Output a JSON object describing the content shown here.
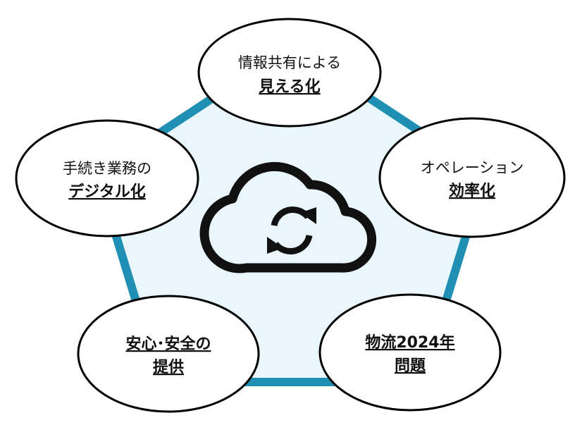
{
  "colors": {
    "pentagon_fill": "#e9f6fb",
    "pentagon_stroke": "#1f8fb4",
    "ellipse_fill": "#ffffff",
    "ellipse_stroke": "#000000",
    "icon_color": "#111111"
  },
  "center_icon": "cloud-sync-icon",
  "nodes": [
    {
      "id": "top",
      "line1": "情報共有による",
      "line2": "見える化"
    },
    {
      "id": "right",
      "line1": "オペレーション",
      "line2": "効率化"
    },
    {
      "id": "bottom-right",
      "line1": "物流2024年",
      "line2": "問題",
      "line1_bold": true
    },
    {
      "id": "bottom-left",
      "line1": "安心･安全の",
      "line2": "提供",
      "line1_bold": true
    },
    {
      "id": "left",
      "line1": "手続き業務の",
      "line2": "デジタル化"
    }
  ]
}
